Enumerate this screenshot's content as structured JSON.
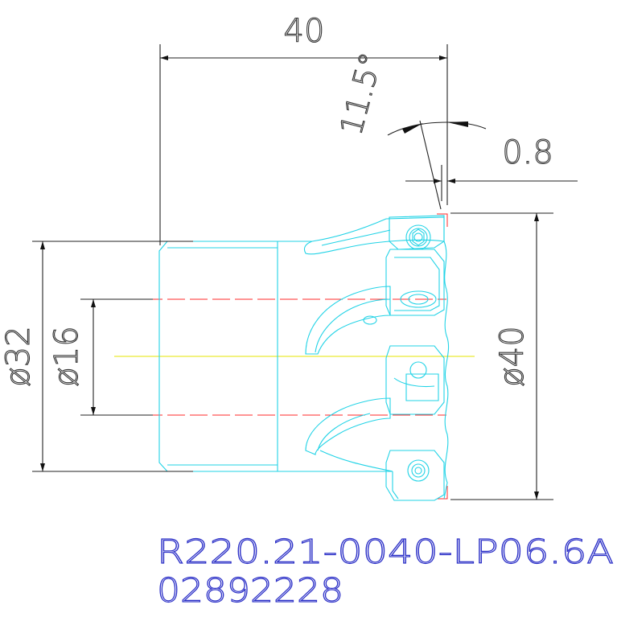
{
  "drawing": {
    "dimensions": {
      "overall_length": "40",
      "angle": "11.5°",
      "offset": "0.8",
      "shank_diameter": "ø32",
      "bore_diameter": "ø16",
      "cutting_diameter": "ø40"
    },
    "part_number": "R220.21-0040-LP06.6A",
    "order_code": "02892228",
    "colors": {
      "dimension_lines": "#222222",
      "tool_outline": "#22d3e6",
      "hidden_lines": "#ff2a2a",
      "centerline": "#e6e600",
      "part_text": "#2f33c8"
    }
  }
}
